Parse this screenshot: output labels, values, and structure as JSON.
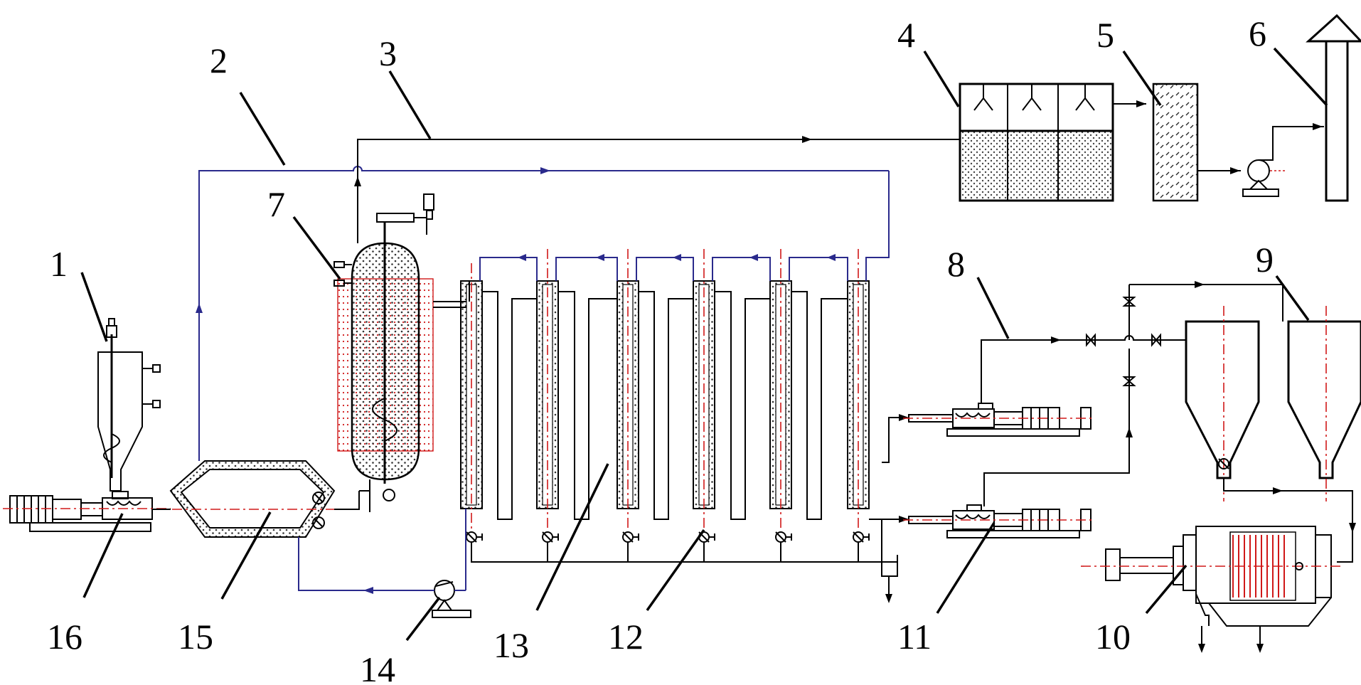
{
  "callouts": [
    {
      "id": "1",
      "text": "1"
    },
    {
      "id": "2",
      "text": "2"
    },
    {
      "id": "3",
      "text": "3"
    },
    {
      "id": "4",
      "text": "4"
    },
    {
      "id": "5",
      "text": "5"
    },
    {
      "id": "6",
      "text": "6"
    },
    {
      "id": "7",
      "text": "7"
    },
    {
      "id": "8",
      "text": "8"
    },
    {
      "id": "9",
      "text": "9"
    },
    {
      "id": "10",
      "text": "10"
    },
    {
      "id": "11",
      "text": "11"
    },
    {
      "id": "12",
      "text": "12"
    },
    {
      "id": "13",
      "text": "13"
    },
    {
      "id": "14",
      "text": "14"
    },
    {
      "id": "15",
      "text": "15"
    },
    {
      "id": "16",
      "text": "16"
    }
  ],
  "colors": {
    "process_line": "#000000",
    "water_line": "#2a2a8c",
    "centerline": "#d01818",
    "heater": "#d01818"
  },
  "icons": [
    "pump-icon",
    "valve-icon",
    "screw-pump-icon",
    "arrow-icon"
  ]
}
